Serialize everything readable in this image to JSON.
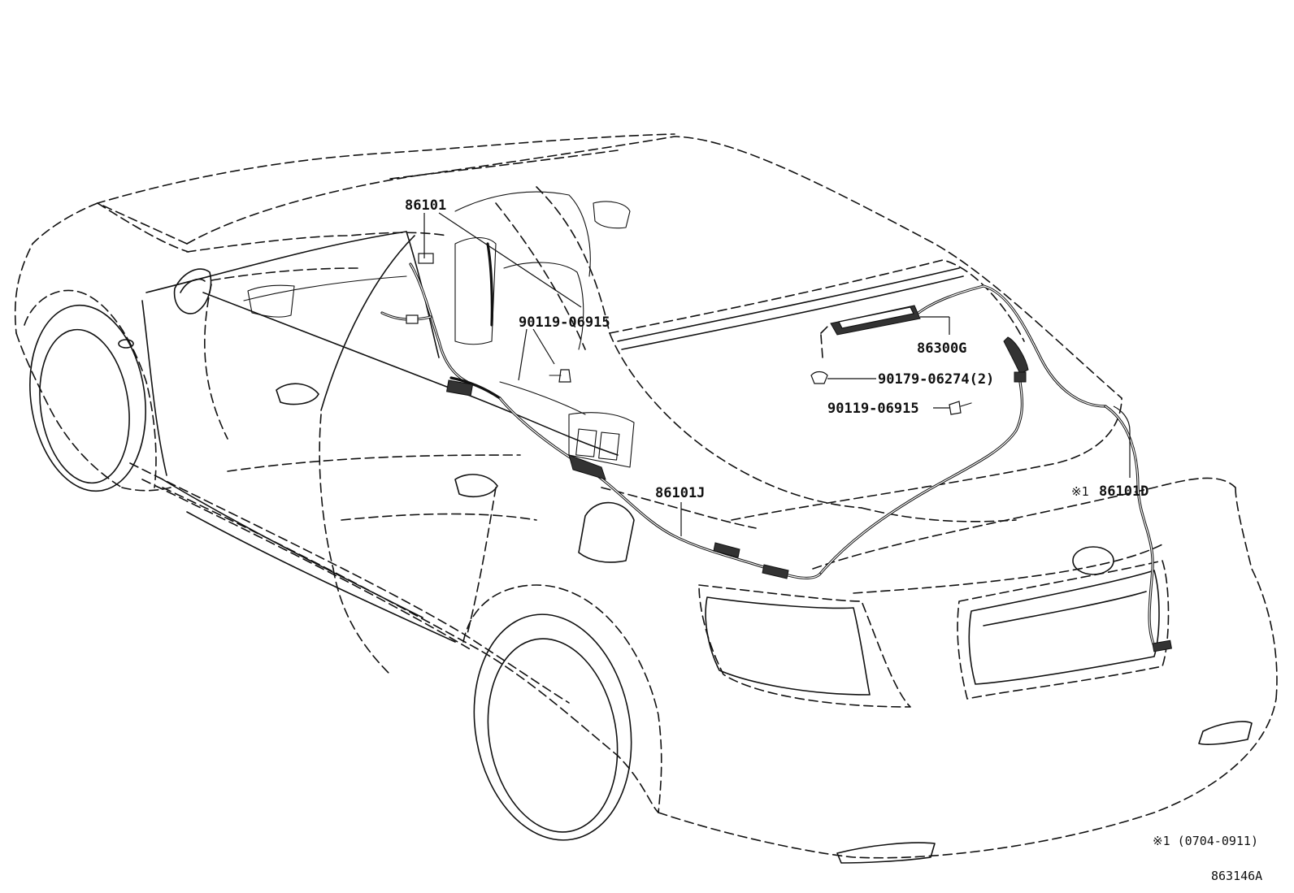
{
  "parts": {
    "p86101": "86101",
    "p90119_a": "90119-06915",
    "p86300G": "86300G",
    "p90179": "90179-06274(2)",
    "p90119_b": "90119-06915",
    "p86101J": "86101J",
    "p86101D_mark": "※1",
    "p86101D": "86101D"
  },
  "footnote": "※1 (0704-0911)",
  "figure_id": "863146A"
}
